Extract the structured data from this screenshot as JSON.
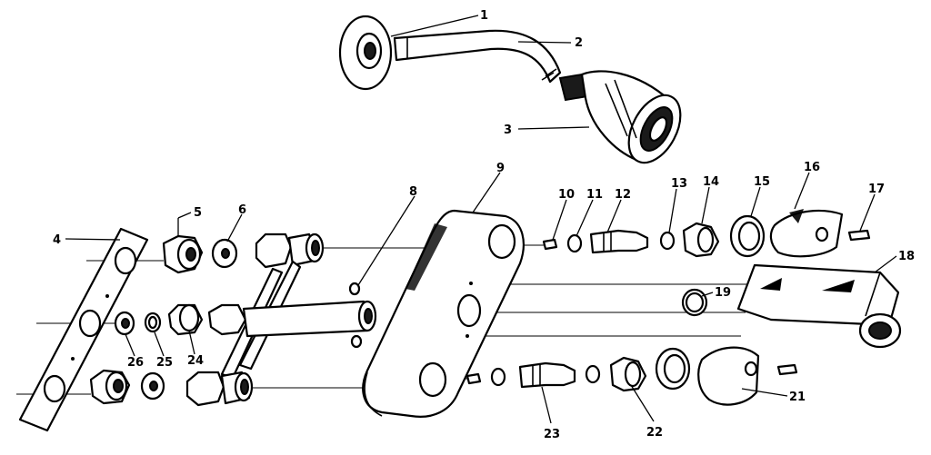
{
  "callouts": [
    {
      "number": "1"
    },
    {
      "number": "2"
    },
    {
      "number": "3"
    },
    {
      "number": "4"
    },
    {
      "number": "5"
    },
    {
      "number": "6"
    },
    {
      "number": "8"
    },
    {
      "number": "9"
    },
    {
      "number": "10"
    },
    {
      "number": "11"
    },
    {
      "number": "12"
    },
    {
      "number": "13"
    },
    {
      "number": "14"
    },
    {
      "number": "15"
    },
    {
      "number": "16"
    },
    {
      "number": "17"
    },
    {
      "number": "18"
    },
    {
      "number": "19"
    },
    {
      "number": "21"
    },
    {
      "number": "22"
    },
    {
      "number": "23"
    },
    {
      "number": "24"
    },
    {
      "number": "25"
    },
    {
      "number": "26"
    }
  ],
  "colors": {
    "ink": "#000000",
    "paper": "#ffffff"
  }
}
